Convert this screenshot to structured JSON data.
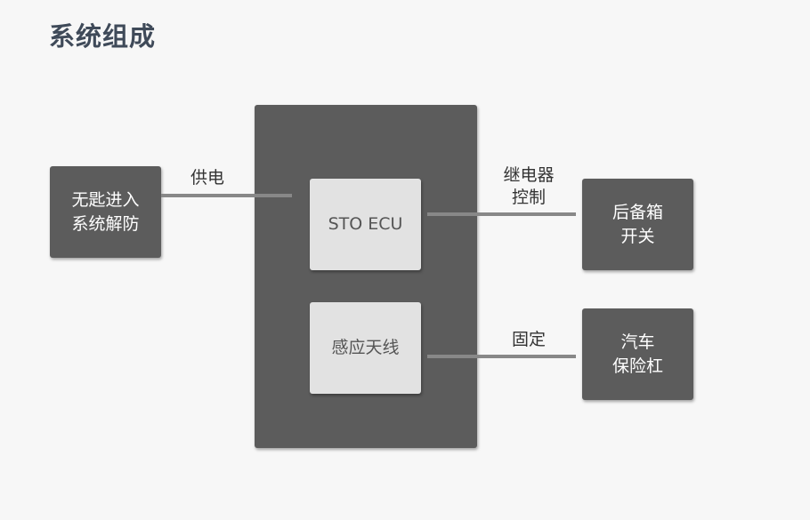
{
  "title": "系统组成",
  "nodes": {
    "keyless": "无匙进入\n系统解防",
    "sto_ecu": "STO ECU",
    "antenna": "感应天线",
    "trunk_switch": "后备箱\n开关",
    "bumper": "汽车\n保险杠"
  },
  "edges": {
    "power": "供电",
    "relay": "继电器\n控制",
    "fixed": "固定"
  }
}
